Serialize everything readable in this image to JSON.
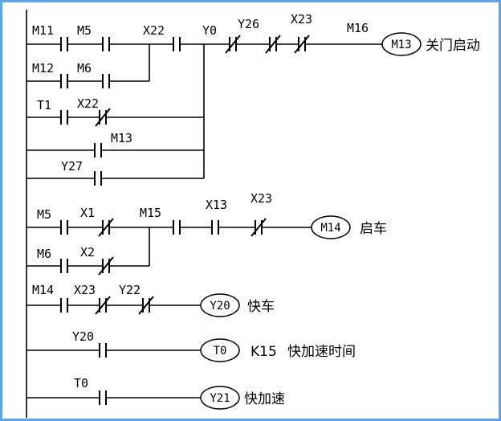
{
  "diagram": {
    "contacts": {
      "m11": "M11",
      "m5_r1": "M5",
      "x22_r1": "X22",
      "y0": "Y0",
      "y26": "Y26",
      "x23_r1": "X23",
      "m16": "M16",
      "m12": "M12",
      "m6_r2": "M6",
      "t1": "T1",
      "x22_r3": "X22",
      "m13_seal": "M13",
      "y27": "Y27",
      "m5_r6": "M5",
      "x1": "X1",
      "m15": "M15",
      "x13": "X13",
      "x23_r6": "X23",
      "m6_r7": "M6",
      "x2": "X2",
      "m14": "M14",
      "x23_r8": "X23",
      "y22": "Y22",
      "y20_c": "Y20",
      "t0_c": "T0"
    },
    "coils": {
      "m13": "M13",
      "m14": "M14",
      "y20": "Y20",
      "t0": "T0",
      "y21": "Y21"
    },
    "notes": {
      "m13": "关门启动",
      "m14": "启车",
      "y20": "快车",
      "t0_k": "K15",
      "t0": "快加速时间",
      "y21": "快加速"
    }
  }
}
